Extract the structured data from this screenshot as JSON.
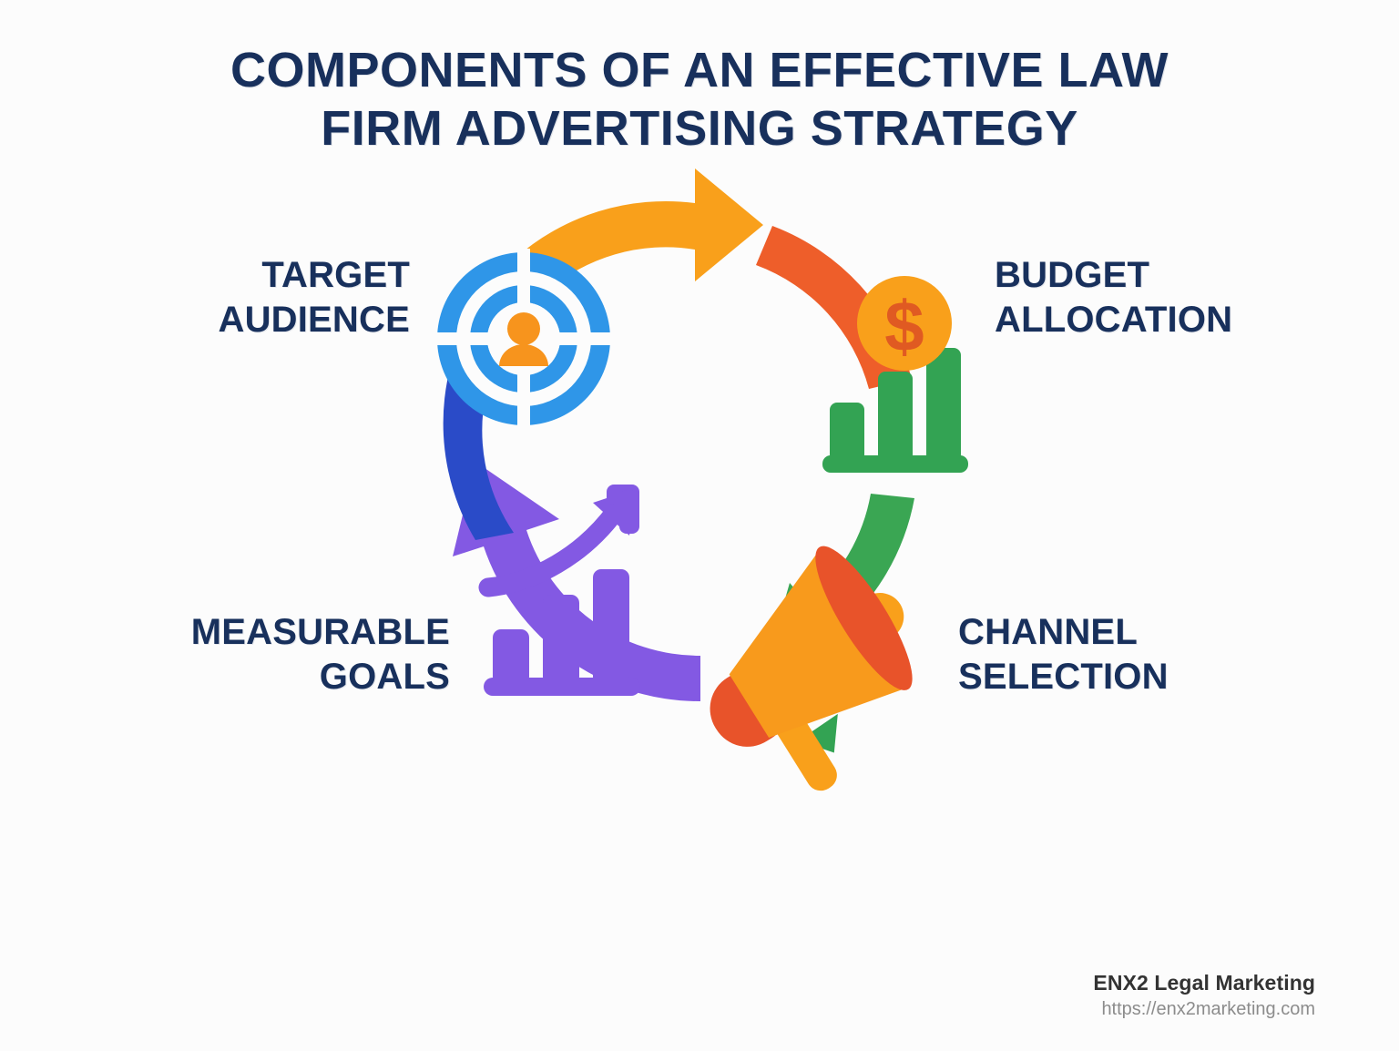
{
  "page": {
    "background_color": "#fcfcfc",
    "title": "COMPONENTS OF AN EFFECTIVE LAW\nFIRM ADVERTISING STRATEGY",
    "title_color": "#18305c"
  },
  "diagram": {
    "type": "cycle",
    "direction": "clockwise",
    "segment_count": 5,
    "nodes": [
      {
        "id": "target-audience",
        "label": "TARGET\nAUDIENCE",
        "icon": "target-audience-icon",
        "icon_colors": [
          "#2f96e8",
          "#f7941d"
        ],
        "position": "top-left",
        "align": "right"
      },
      {
        "id": "budget-allocation",
        "label": "BUDGET\nALLOCATION",
        "icon": "dollar-coin-bar-chart-icon",
        "icon_colors": [
          "#f9a01b",
          "#e05a22",
          "#33a353"
        ],
        "position": "top-right",
        "align": "left"
      },
      {
        "id": "channel-selection",
        "label": "CHANNEL\nSELECTION",
        "icon": "megaphone-icon",
        "icon_colors": [
          "#f89a1c",
          "#e8532a",
          "#33a353"
        ],
        "position": "bottom-right",
        "align": "left"
      },
      {
        "id": "measurable-goals",
        "label": "MEASURABLE\nGOALS",
        "icon": "growth-bar-chart-arrow-icon",
        "icon_colors": [
          "#8359e3"
        ],
        "position": "bottom-left",
        "align": "right"
      }
    ],
    "arcs": [
      {
        "id": "arc-orange",
        "color": "#f9a01b",
        "from": "target-audience",
        "to": "budget-allocation",
        "has_arrowhead": true
      },
      {
        "id": "arc-red-orange",
        "color": "#ee5e2a",
        "from": "budget-allocation",
        "to": "budget-allocation",
        "has_arrowhead": false
      },
      {
        "id": "arc-green",
        "color": "#3aa653",
        "from": "budget-allocation",
        "to": "channel-selection",
        "has_arrowhead": true
      },
      {
        "id": "arc-purple",
        "color": "#8359e3",
        "from": "channel-selection",
        "to": "measurable-goals",
        "has_arrowhead": true
      },
      {
        "id": "arc-blue",
        "color": "#2a4bc8",
        "from": "measurable-goals",
        "to": "target-audience",
        "has_arrowhead": false
      }
    ]
  },
  "footer": {
    "brand": "ENX2 Legal Marketing",
    "url": "https://enx2marketing.com",
    "brand_color": "#333333",
    "url_color": "#8c8c8c"
  }
}
